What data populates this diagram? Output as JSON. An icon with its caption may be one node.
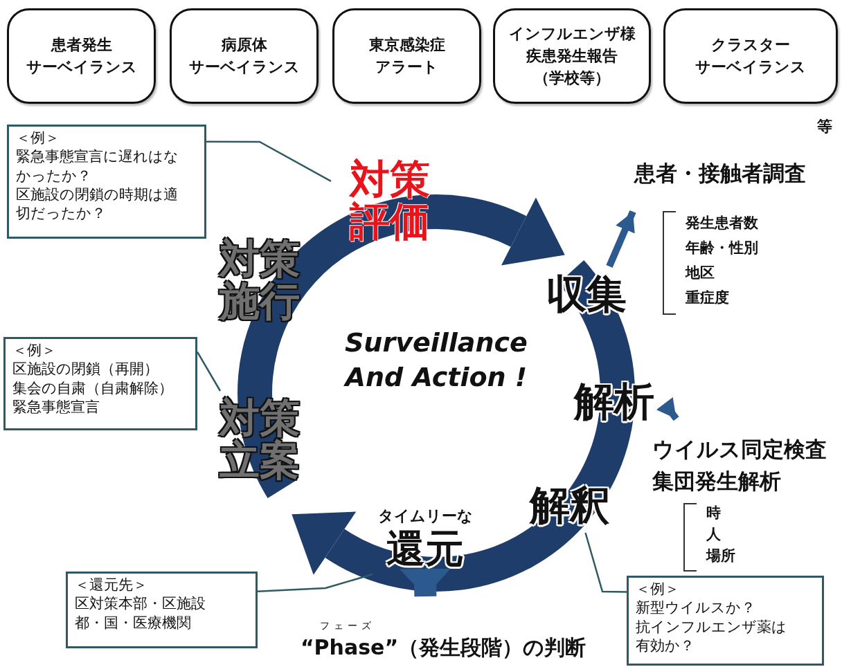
{
  "diagram": {
    "nodes": [
      {
        "text": [
          "患者発生サーベイランス"
        ]
      },
      {
        "text": [
          "病原体サーベイランス"
        ]
      },
      {
        "text": [
          "東京感染症アラート"
        ]
      },
      {
        "text": [
          "インフルエンザ様疾患発生報告（学校等）"
        ]
      },
      {
        "text": [
          "クラスターサーベイランス"
        ]
      },
      {
        "text": [
          "＜例＞",
          "緊急事態宣言に遅れはなかったか？",
          "区施設の閉鎖の時期は適切だったか？"
        ]
      },
      {
        "text": [
          "対策評価"
        ]
      },
      {
        "text": [
          "収集"
        ]
      },
      {
        "text": [
          "患者・接触者調査"
        ],
        "beside": [
          "発生患者数",
          "年齢・性別",
          "地区",
          "重症度"
        ]
      },
      {
        "text": [
          "解析"
        ]
      },
      {
        "text": [
          "ウイルス同定検査",
          "集団発生解析"
        ],
        "beside": [
          "時",
          "人",
          "場所"
        ]
      },
      {
        "text": [
          "解釈"
        ]
      },
      {
        "text": [
          "＜例＞",
          "新型ウイルスか？",
          "抗インフルエンザ薬は有効か？"
        ]
      },
      {
        "text": [
          "タイムリーな",
          "還元"
        ]
      },
      {
        "text": [
          "＜還元先＞",
          "区対策本部・区施設",
          "都・国・医療機関"
        ]
      },
      {
        "text": [
          "“Phase”（発生段階）の判断"
        ],
        "beside": [
          "フェーズ"
        ]
      },
      {
        "text": [
          "対策立案"
        ]
      },
      {
        "text": [
          "＜例＞",
          "区施設の閉鎖（再開）",
          "集会の自粛（自粛解除）",
          "緊急事態宣言"
        ]
      },
      {
        "text": [
          "対策施行"
        ]
      }
    ],
    "edges": [
      {
        "from": 5,
        "to": 6,
        "arrow": "none"
      },
      {
        "from": 7,
        "to": 8,
        "arrow": "to",
        "style": "thick",
        "color": "#2d5a8e"
      },
      {
        "from": 9,
        "to": 10,
        "arrow": "to",
        "style": "thick",
        "color": "#2d5a8e"
      },
      {
        "from": 12,
        "to": 11,
        "arrow": "none"
      },
      {
        "from": 14,
        "to": 13,
        "arrow": "none"
      },
      {
        "from": 13,
        "to": 15,
        "arrow": "to",
        "style": "thick",
        "color": "#2d5a8e"
      },
      {
        "from": 17,
        "to": 16,
        "arrow": "none"
      }
    ],
    "labels": [
      "等",
      "Surveillance And Action !"
    ]
  }
}
